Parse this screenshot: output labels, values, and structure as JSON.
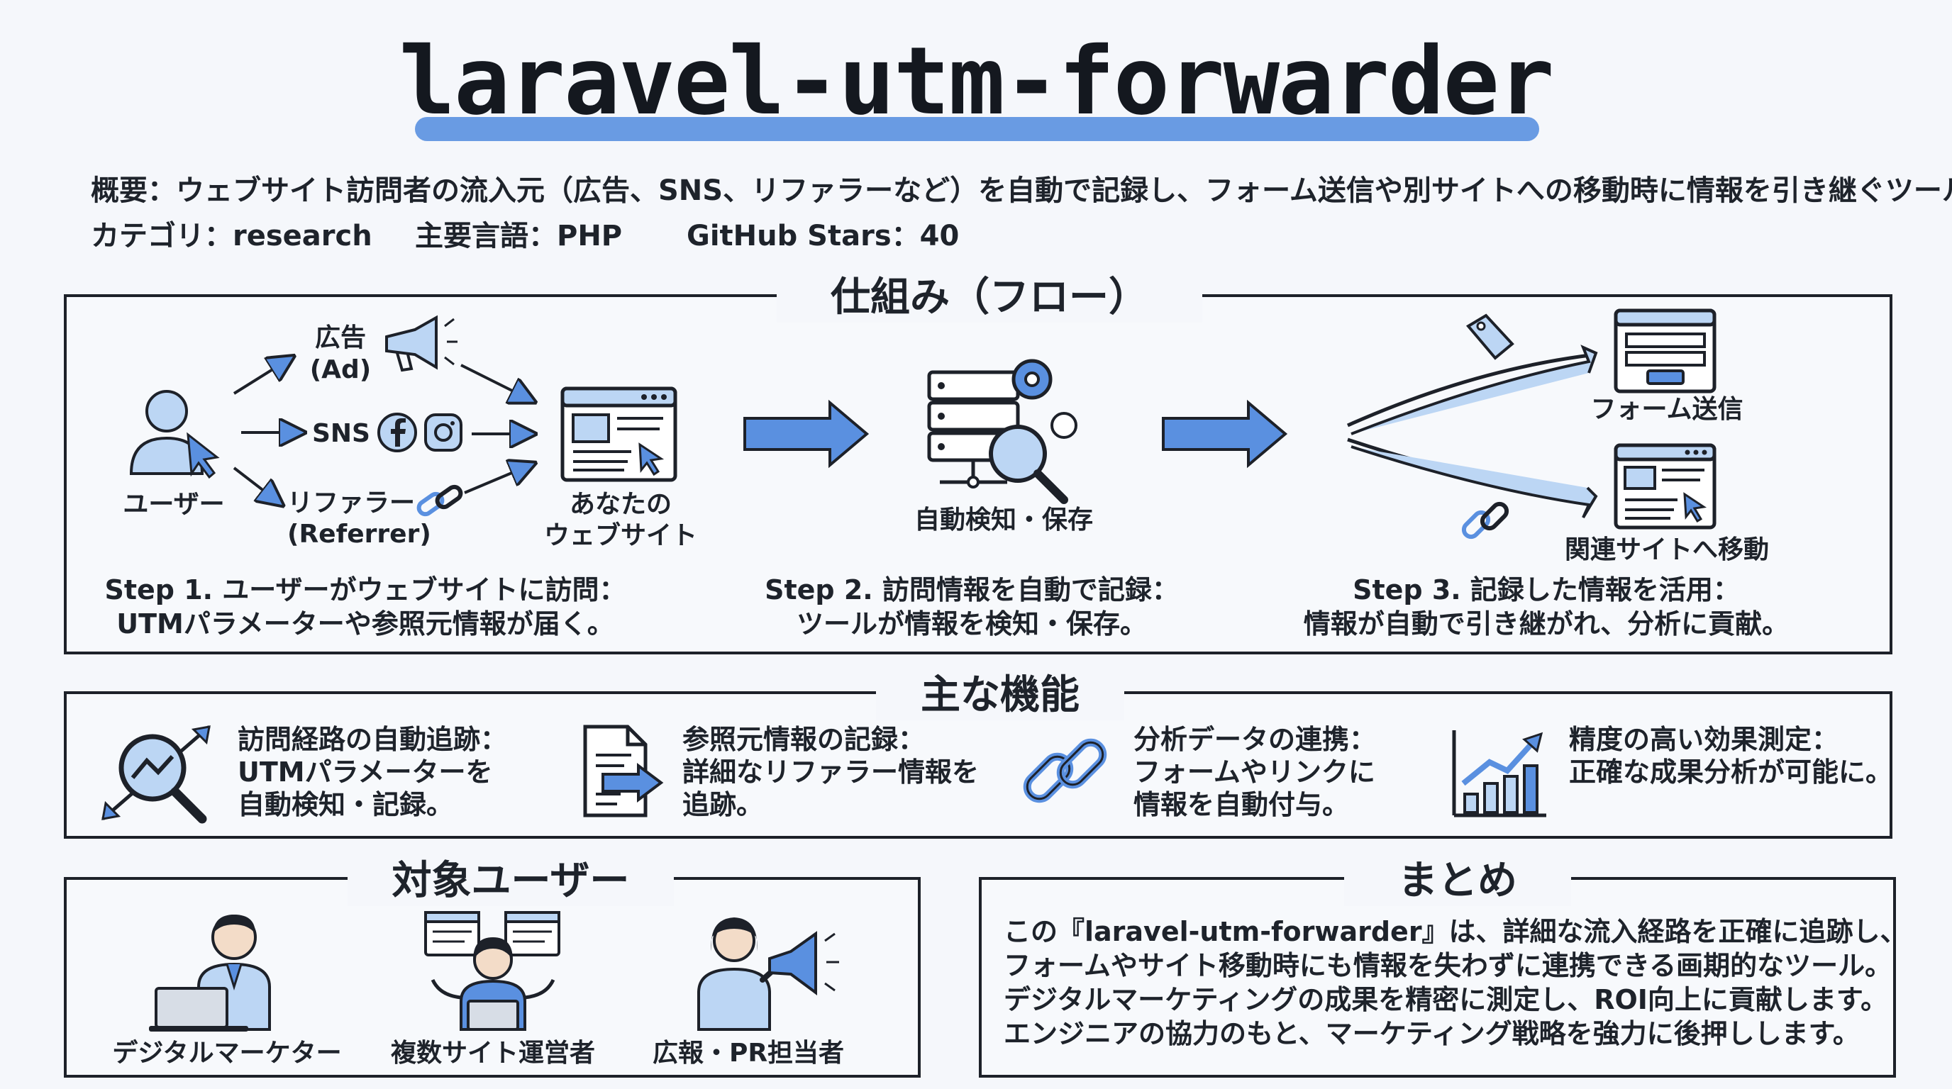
{
  "title": "laravel-utm-forwarder",
  "overview": {
    "label": "概要：",
    "text": "ウェブサイト訪問者の流入元（広告、SNS、リファラーなど）を自動で記録し、フォーム送信や別サイトへの移動時に情報を引き継ぐツール。"
  },
  "meta": {
    "category": "カテゴリ：research",
    "language": "主要言語：PHP",
    "stars": "GitHub Stars：40"
  },
  "flow": {
    "heading": "仕組み（フロー）",
    "sources": {
      "user": "ユーザー",
      "ad_line1": "広告",
      "ad_line2": "(Ad)",
      "sns": "SNS",
      "ref_line1": "リファラー",
      "ref_line2": "(Referrer)",
      "site_line1": "あなたの",
      "site_line2": "ウェブサイト"
    },
    "server_label": "自動検知・保存",
    "form_label": "フォーム送信",
    "related_label": "関連サイトへ移動",
    "steps": [
      {
        "line1": "Step 1. ユーザーがウェブサイトに訪問：",
        "line2": "UTMパラメーターや参照元情報が届く。"
      },
      {
        "line1": "Step 2. 訪問情報を自動で記録：",
        "line2": "ツールが情報を検知・保存。"
      },
      {
        "line1": "Step 3. 記録した情報を活用：",
        "line2": "情報が自動で引き継がれ、分析に貢献。"
      }
    ]
  },
  "features": {
    "heading": "主な機能",
    "items": [
      {
        "line1": "訪問経路の自動追跡：",
        "line2": "UTMパラメーターを",
        "line3": "自動検知・記録。"
      },
      {
        "line1": "参照元情報の記録：",
        "line2": "詳細なリファラー情報を",
        "line3": "追跡。"
      },
      {
        "line1": "分析データの連携：",
        "line2": "フォームやリンクに",
        "line3": "情報を自動付与。"
      },
      {
        "line1": "精度の高い効果測定：",
        "line2": "正確な成果分析が可能に。",
        "line3": ""
      }
    ]
  },
  "users": {
    "heading": "対象ユーザー",
    "items": [
      "デジタルマーケター",
      "複数サイト運営者",
      "広報・PR担当者"
    ]
  },
  "summary": {
    "heading": "まとめ",
    "lines": [
      "この『laravel-utm-forwarder』は、詳細な流入経路を正確に追跡し、",
      "フォームやサイト移動時にも情報を失わずに連携できる画期的なツール。",
      "デジタルマーケティングの成果を精密に測定し、ROI向上に貢献します。",
      "エンジニアの協力のもと、マーケティング戦略を強力に後押しします。"
    ]
  },
  "colors": {
    "accent": "#5a90e0",
    "accent_light": "#c7ddf6",
    "ink": "#1d2129"
  }
}
